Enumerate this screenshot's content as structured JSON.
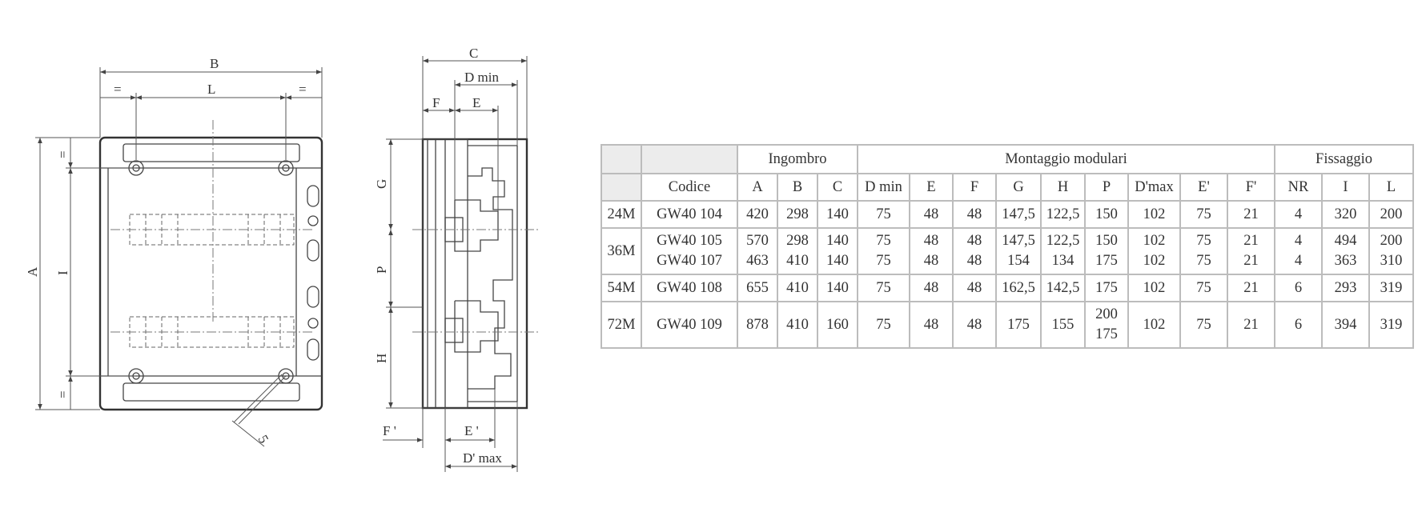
{
  "drawing": {
    "front_labels": {
      "B": "B",
      "L": "L",
      "eq_left": "=",
      "eq_right": "=",
      "eq_top": "=",
      "eq_bottom": "=",
      "A": "A",
      "I": "I",
      "five": "5"
    },
    "side_labels": {
      "C": "C",
      "D_min": "D min",
      "F": "F",
      "E": "E",
      "G": "G",
      "P": "P",
      "H": "H",
      "F_prime": "F '",
      "E_prime": "E '",
      "D_max": "D' max"
    }
  },
  "table": {
    "group_headers": {
      "ingombro": "Ingombro",
      "montaggio": "Montaggio modulari",
      "fissaggio": "Fissaggio"
    },
    "columns": [
      "Codice",
      "A",
      "B",
      "C",
      "D min",
      "E",
      "F",
      "G",
      "H",
      "P",
      "D'max",
      "E'",
      "F'",
      "NR",
      "I",
      "L"
    ],
    "rows": [
      {
        "size": "24M",
        "codice": [
          "GW40 104"
        ],
        "A": [
          "420"
        ],
        "B": [
          "298"
        ],
        "C": [
          "140"
        ],
        "Dmin": [
          "75"
        ],
        "E": [
          "48"
        ],
        "F": [
          "48"
        ],
        "G": [
          "147,5"
        ],
        "H": [
          "122,5"
        ],
        "P": [
          "150"
        ],
        "Dmax": [
          "102"
        ],
        "Ep": [
          "75"
        ],
        "Fp": [
          "21"
        ],
        "NR": [
          "4"
        ],
        "I": [
          "320"
        ],
        "L": [
          "200"
        ]
      },
      {
        "size": "36M",
        "codice": [
          "GW40 105",
          "GW40 107"
        ],
        "A": [
          "570",
          "463"
        ],
        "B": [
          "298",
          "410"
        ],
        "C": [
          "140",
          "140"
        ],
        "Dmin": [
          "75",
          "75"
        ],
        "E": [
          "48",
          "48"
        ],
        "F": [
          "48",
          "48"
        ],
        "G": [
          "147,5",
          "154"
        ],
        "H": [
          "122,5",
          "134"
        ],
        "P": [
          "150",
          "175"
        ],
        "Dmax": [
          "102",
          "102"
        ],
        "Ep": [
          "75",
          "75"
        ],
        "Fp": [
          "21",
          "21"
        ],
        "NR": [
          "4",
          "4"
        ],
        "I": [
          "494",
          "363"
        ],
        "L": [
          "200",
          "310"
        ]
      },
      {
        "size": "54M",
        "codice": [
          "GW40 108"
        ],
        "A": [
          "655"
        ],
        "B": [
          "410"
        ],
        "C": [
          "140"
        ],
        "Dmin": [
          "75"
        ],
        "E": [
          "48"
        ],
        "F": [
          "48"
        ],
        "G": [
          "162,5"
        ],
        "H": [
          "142,5"
        ],
        "P": [
          "175"
        ],
        "Dmax": [
          "102"
        ],
        "Ep": [
          "75"
        ],
        "Fp": [
          "21"
        ],
        "NR": [
          "6"
        ],
        "I": [
          "293"
        ],
        "L": [
          "319"
        ]
      },
      {
        "size": "72M",
        "codice": [
          "GW40 109"
        ],
        "A": [
          "878"
        ],
        "B": [
          "410"
        ],
        "C": [
          "160"
        ],
        "Dmin": [
          "75"
        ],
        "E": [
          "48"
        ],
        "F": [
          "48"
        ],
        "G": [
          "175"
        ],
        "H": [
          "155"
        ],
        "P": [
          "200",
          "175"
        ],
        "Dmax": [
          "102"
        ],
        "Ep": [
          "75"
        ],
        "Fp": [
          "21"
        ],
        "NR": [
          "6"
        ],
        "I": [
          "394"
        ],
        "L": [
          "319"
        ]
      }
    ]
  }
}
